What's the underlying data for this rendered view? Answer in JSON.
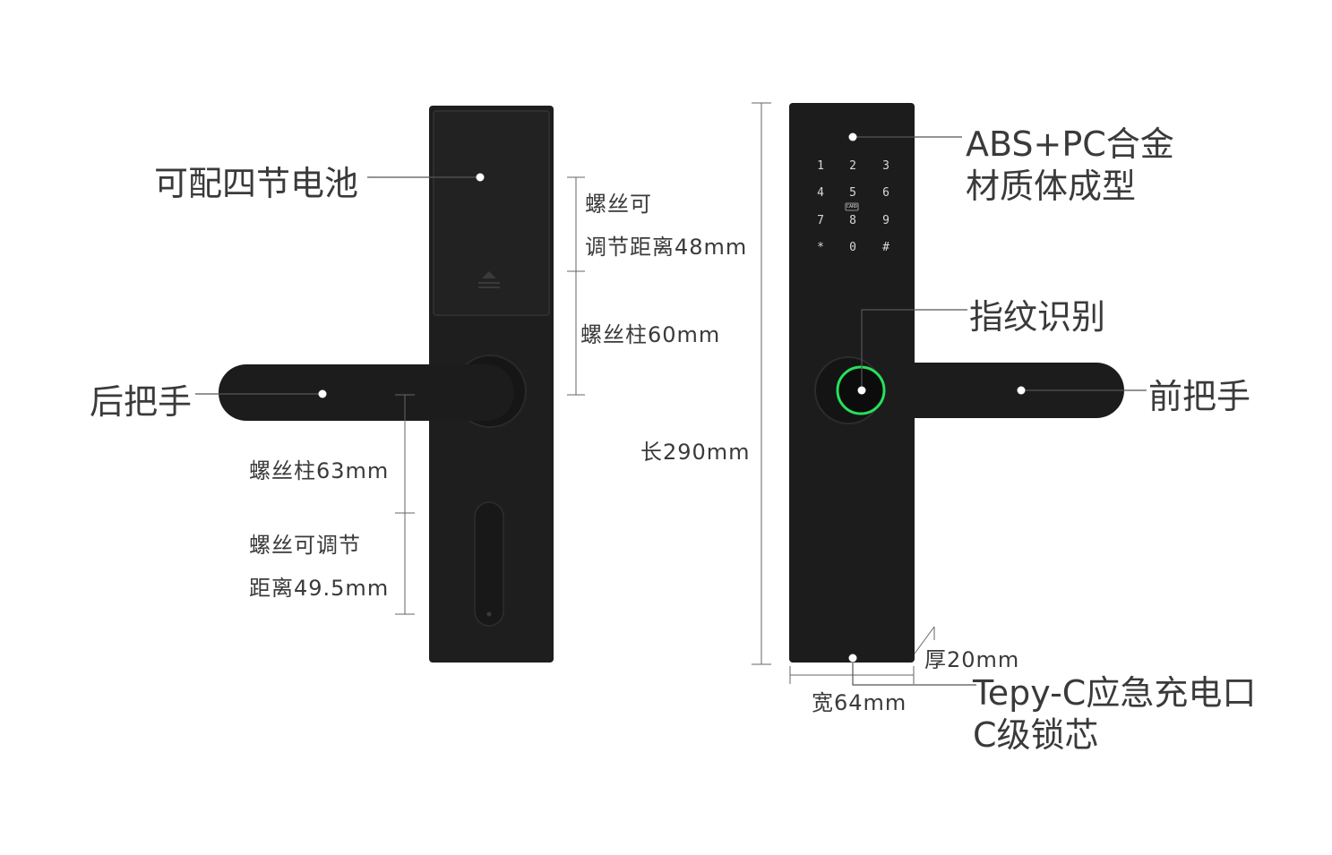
{
  "rear_view": {
    "battery_label": "可配四节电池",
    "rear_handle_label": "后把手",
    "screw_adjust_top_line1": "螺丝可",
    "screw_adjust_top_line2": "调节距离48mm",
    "screw_post_60": "螺丝柱60mm",
    "screw_post_63": "螺丝柱63mm",
    "screw_adjust_bottom_line1": "螺丝可调节",
    "screw_adjust_bottom_line2": "距离49.5mm"
  },
  "front_view": {
    "material_line1": "ABS+PC合金",
    "material_line2": "材质体成型",
    "fingerprint_label": "指纹识别",
    "front_handle_label": "前把手",
    "length_label": "长290mm",
    "thickness_label": "厚20mm",
    "width_label": "宽64mm",
    "usb_label_line1": "Tepy-C应急充电口",
    "usb_label_line2": "C级锁芯",
    "keypad": [
      "1",
      "2",
      "3",
      "4",
      "5",
      "6",
      "7",
      "8",
      "9",
      "*",
      "0",
      "#"
    ],
    "card_label": "CARD"
  },
  "colors": {
    "body": "#1c1c1c",
    "ring": "#27e05a",
    "text": "#3a3a3a"
  }
}
